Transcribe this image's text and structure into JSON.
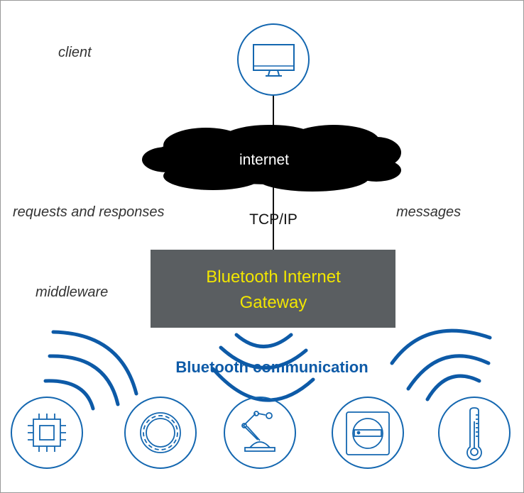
{
  "labels": {
    "client": "client",
    "requests": "requests and responses",
    "messages": "messages",
    "middleware": "middleware",
    "tcpip": "TCP/IP"
  },
  "cloud": {
    "label": "internet"
  },
  "gateway": {
    "line1": "Bluetooth Internet",
    "line2": "Gateway"
  },
  "bluetooth": {
    "label": "Bluetooth communication"
  },
  "devices": [
    "chip-icon",
    "gear-icon",
    "robot-arm-icon",
    "rotary-switch-icon",
    "thermometer-icon"
  ],
  "colors": {
    "accent": "#1467b0",
    "gateway_bg": "#5a5e61",
    "gateway_text": "#f2e600"
  }
}
